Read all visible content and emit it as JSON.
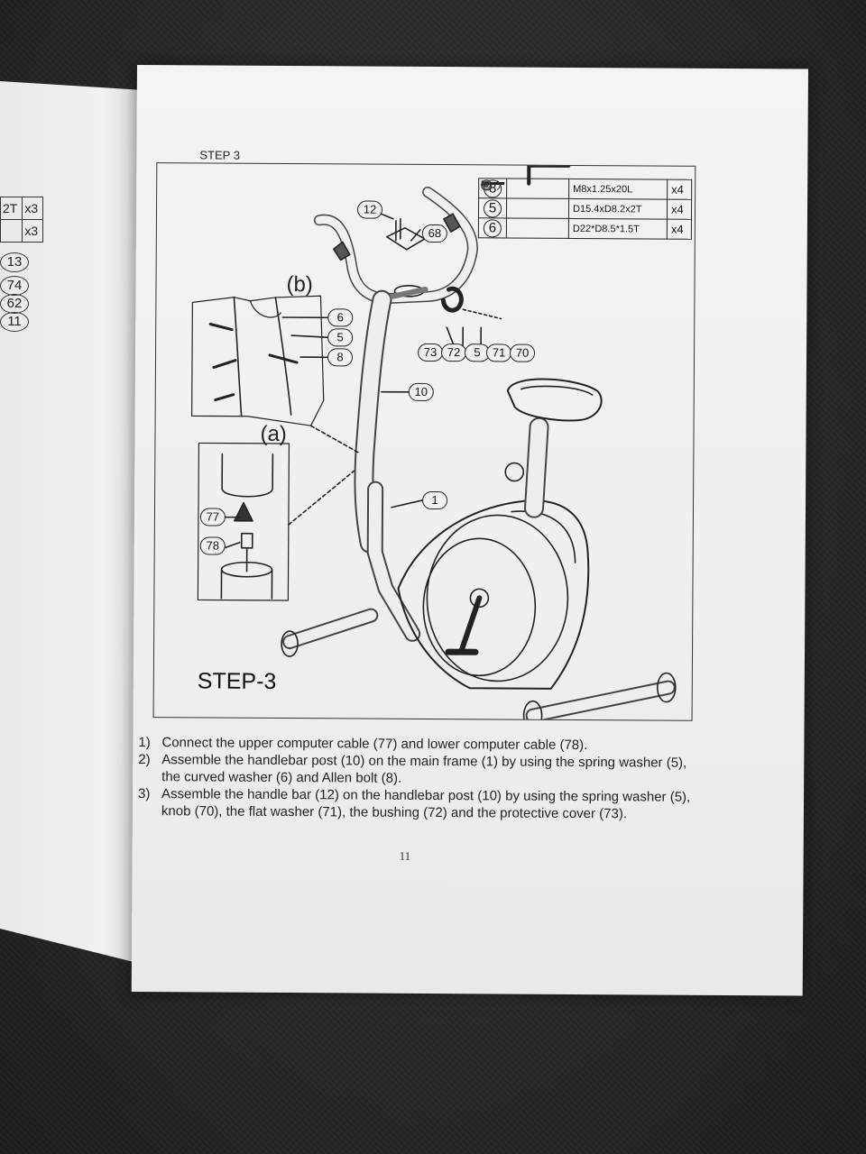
{
  "left_page": {
    "table": [
      [
        "2T",
        "x3"
      ],
      [
        "",
        "x3"
      ]
    ],
    "callouts": [
      "13",
      "74",
      "62",
      "11"
    ]
  },
  "page": {
    "step_heading": "STEP 3",
    "parts": [
      {
        "num": "8",
        "spec": "M8x1.25x20L",
        "qty": "x4",
        "icon": "bolt-icon"
      },
      {
        "num": "5",
        "spec": "D15.4xD8.2x2T",
        "qty": "x4",
        "icon": "spring-washer-icon"
      },
      {
        "num": "6",
        "spec": "D22*D8.5*1.5T",
        "qty": "x4",
        "icon": "curved-washer-icon"
      }
    ],
    "diagram_labels": {
      "b": "(b)",
      "a": "(a)",
      "step_big": "STEP-3"
    },
    "callouts": {
      "c12": "12",
      "c68": "68",
      "c6": "6",
      "c5": "5",
      "c8": "8",
      "c73": "73",
      "c72": "72",
      "c5b": "5",
      "c71": "71",
      "c70": "70",
      "c10": "10",
      "c1": "1",
      "c77": "77",
      "c78": "78"
    },
    "instructions": [
      {
        "n": "1)",
        "text": "Connect the upper computer cable (77) and lower computer cable (78)."
      },
      {
        "n": "2)",
        "text": "Assemble the handlebar post (10) on the main frame (1) by using the spring washer (5), the curved washer (6) and Allen bolt (8)."
      },
      {
        "n": "3)",
        "text": "Assemble the handle bar (12) on the handlebar post (10) by using the spring washer (5), knob (70), the flat washer (71), the bushing (72) and the protective cover (73)."
      }
    ],
    "page_number": "11"
  }
}
